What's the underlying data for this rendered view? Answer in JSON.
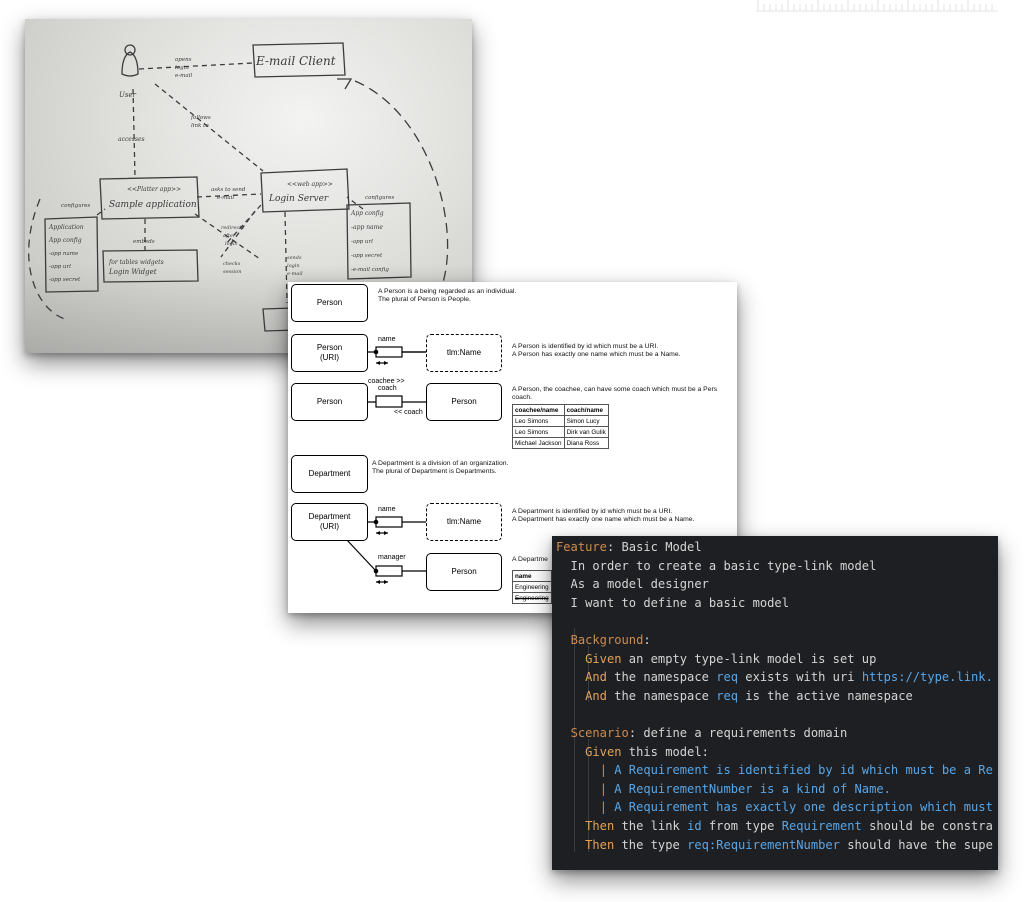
{
  "whiteboard": {
    "nodes": {
      "user": "User",
      "email_client": "E-mail Client",
      "sample_app_stereo": "<<Platter app>>",
      "sample_app": "Sample application",
      "login_server_stereo": "<<web app>>",
      "login_server": "Login Server",
      "login_widget_1": "for tables widgets",
      "login_widget_2": "Login Widget"
    },
    "edges": {
      "opens": "opens",
      "login_email_1": "login",
      "login_email_2": "e-mail",
      "accesses": "accesses",
      "follows_1": "follows",
      "follows_2": "link to",
      "asks_1": "asks to send",
      "asks_2": "e-mail",
      "configures_left": "configures",
      "configures_right": "configures",
      "embeds": "embeds",
      "redirects_1": "redirects",
      "redirects_2": "after",
      "redirects_3": "login",
      "checks_1": "checks",
      "checks_2": "session",
      "sends_1": "sends",
      "sends_2": "login",
      "sends_3": "e-mail"
    },
    "left_config": [
      "Application",
      "App config",
      "-app name",
      "-app url",
      "-app secret"
    ],
    "right_config": [
      "App config",
      "-app name",
      "-app url",
      "-app secret",
      "-e-mail config"
    ]
  },
  "diagram": {
    "row1": {
      "entity": "Person",
      "desc1": "A Person is a being regarded as an individual.",
      "desc2": "The plural of Person is People."
    },
    "row2": {
      "entity1": "Person",
      "entity2": "(URI)",
      "link": "name",
      "target": "tlm:Name",
      "desc1": "A Person is identified by id which must be a URI.",
      "desc2": "A Person has exactly one name which must be a Name."
    },
    "row3": {
      "entity": "Person",
      "link_top1": "coachee >>",
      "link_top2": "coach",
      "link_bottom": "<< coach",
      "target": "Person",
      "desc1": "A Person, the coachee, can have some coach which must be a Pers",
      "desc2": "coach.",
      "table": {
        "headers": [
          "coachee/name",
          "coach/name"
        ],
        "rows": [
          [
            "Leo Simons",
            "Simon Lucy"
          ],
          [
            "Leo Simons",
            "Dirk van Gulik"
          ],
          [
            "Michael Jackson",
            "Diana Ross"
          ]
        ]
      }
    },
    "row4": {
      "entity": "Department",
      "desc1": "A Department is a division of an organization.",
      "desc2": "The plural of Department is Departments."
    },
    "row5": {
      "entity1": "Department",
      "entity2": "(URI)",
      "link": "name",
      "target": "tlm:Name",
      "desc1": "A Department is identified by id which must be a URI.",
      "desc2": "A Department has exactly one name which must be a Name."
    },
    "row6": {
      "link": "manager",
      "target": "Person",
      "desc1": "A Departme",
      "table": {
        "header": "name",
        "rows": [
          "Engineering",
          "Engineering"
        ]
      }
    }
  },
  "code": {
    "lines": [
      [
        {
          "t": "Feature",
          "c": "kw"
        },
        {
          "t": ": Basic Model",
          "c": ""
        }
      ],
      [
        {
          "t": "  In order to create a basic type-link model",
          "c": ""
        }
      ],
      [
        {
          "t": "  As a model designer",
          "c": ""
        }
      ],
      [
        {
          "t": "  I want to define a basic model",
          "c": ""
        }
      ],
      [
        {
          "t": "",
          "c": ""
        }
      ],
      [
        {
          "t": "  ",
          "c": ""
        },
        {
          "t": "Background",
          "c": "kw"
        },
        {
          "t": ":",
          "c": ""
        }
      ],
      [
        {
          "t": "    ",
          "c": ""
        },
        {
          "t": "Given",
          "c": "kw2"
        },
        {
          "t": " an empty type-link model is set up",
          "c": ""
        }
      ],
      [
        {
          "t": "    ",
          "c": ""
        },
        {
          "t": "And",
          "c": "kw2"
        },
        {
          "t": " the namespace ",
          "c": ""
        },
        {
          "t": "req",
          "c": "blue"
        },
        {
          "t": " exists with uri ",
          "c": ""
        },
        {
          "t": "https://type.link.",
          "c": "blue"
        }
      ],
      [
        {
          "t": "    ",
          "c": ""
        },
        {
          "t": "And",
          "c": "kw2"
        },
        {
          "t": " the namespace ",
          "c": ""
        },
        {
          "t": "req",
          "c": "blue"
        },
        {
          "t": " is the active namespace",
          "c": ""
        }
      ],
      [
        {
          "t": "",
          "c": ""
        }
      ],
      [
        {
          "t": "  ",
          "c": ""
        },
        {
          "t": "Scenario",
          "c": "kw"
        },
        {
          "t": ": define a requirements domain",
          "c": ""
        }
      ],
      [
        {
          "t": "    ",
          "c": ""
        },
        {
          "t": "Given",
          "c": "kw2"
        },
        {
          "t": " this model:",
          "c": ""
        }
      ],
      [
        {
          "t": "      ",
          "c": ""
        },
        {
          "t": "| ",
          "c": "kw"
        },
        {
          "t": "A Requirement is identified by id which must be a Re",
          "c": "blue"
        }
      ],
      [
        {
          "t": "      ",
          "c": ""
        },
        {
          "t": "| ",
          "c": "kw"
        },
        {
          "t": "A RequirementNumber is a kind of Name.",
          "c": "blue"
        }
      ],
      [
        {
          "t": "      ",
          "c": ""
        },
        {
          "t": "| ",
          "c": "kw"
        },
        {
          "t": "A Requirement has exactly one description which must",
          "c": "blue"
        }
      ],
      [
        {
          "t": "    ",
          "c": ""
        },
        {
          "t": "Then",
          "c": "kw2"
        },
        {
          "t": " the link ",
          "c": ""
        },
        {
          "t": "id",
          "c": "blue"
        },
        {
          "t": " from type ",
          "c": ""
        },
        {
          "t": "Requirement",
          "c": "blue"
        },
        {
          "t": " should be constra",
          "c": ""
        }
      ],
      [
        {
          "t": "    ",
          "c": ""
        },
        {
          "t": "Then",
          "c": "kw2"
        },
        {
          "t": " the type ",
          "c": ""
        },
        {
          "t": "req:RequirementNumber",
          "c": "blue"
        },
        {
          "t": " should have the supe",
          "c": ""
        }
      ]
    ]
  }
}
